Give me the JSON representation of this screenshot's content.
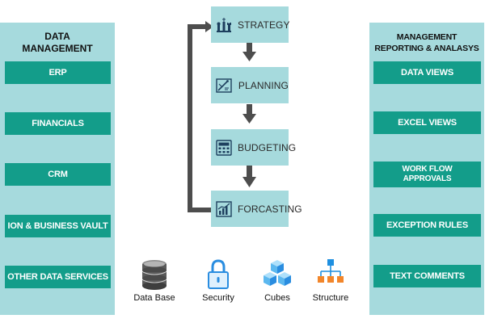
{
  "data_management": {
    "title_line1": "DATA",
    "title_line2": "MANAGEMENT",
    "items": [
      {
        "label": "ERP"
      },
      {
        "label": "FINANCIALS"
      },
      {
        "label": "CRM"
      },
      {
        "label": "ION & BUSINESS VAULT"
      },
      {
        "label": "OTHER DATA SERVICES"
      }
    ]
  },
  "management_reporting": {
    "title_line1": "MANAGEMENT",
    "title_line2": "REPORTING & ANALASYS",
    "items": [
      {
        "label": "DATA VIEWS"
      },
      {
        "label": "EXCEL VIEWS"
      },
      {
        "label_line1": "WORK FLOW",
        "label_line2": "APPROVALS"
      },
      {
        "label": "EXCEPTION RULES"
      },
      {
        "label": "TEXT COMMENTS"
      }
    ]
  },
  "workflow": {
    "steps": [
      {
        "label": "STRATEGY",
        "icon": "chess-pieces-icon"
      },
      {
        "label": "PLANNING",
        "icon": "drafting-icon"
      },
      {
        "label": "BUDGETING",
        "icon": "calculator-icon"
      },
      {
        "label": "FORCASTING",
        "icon": "chart-icon"
      }
    ]
  },
  "tools": [
    {
      "label": "Data Base",
      "icon": "database-icon"
    },
    {
      "label": "Security",
      "icon": "padlock-icon"
    },
    {
      "label": "Cubes",
      "icon": "cubes-icon"
    },
    {
      "label": "Structure",
      "icon": "hierarchy-icon"
    }
  ],
  "colors": {
    "panel_bg": "#a6dadd",
    "button_bg": "#139d8a",
    "arrow": "#4d4d4d",
    "blue": "#1e8fe0",
    "orange": "#f2862b"
  }
}
